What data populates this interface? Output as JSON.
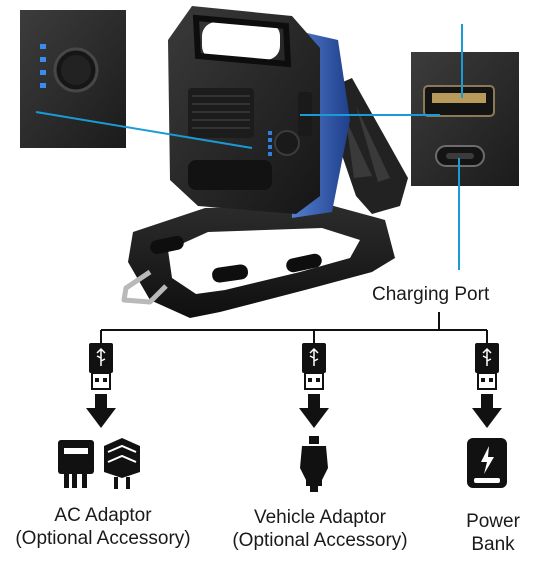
{
  "labels": {
    "charging_port": "Charging Port",
    "ac_adaptor_line1": "AC Adaptor",
    "ac_adaptor_line2": "(Optional Accessory)",
    "vehicle_adaptor_line1": "Vehicle Adaptor",
    "vehicle_adaptor_line2": "(Optional Accessory)",
    "power_bank_line1": "Power",
    "power_bank_line2": "Bank"
  },
  "colors": {
    "callout_line": "#1a9ad6",
    "indicator_led": "#2f7fe0",
    "device_body": "#2b2b2b",
    "device_dark": "#151515",
    "housing_blue": "#2e5db8",
    "ink": "#111111"
  },
  "icons": [
    "usb-plug-icon",
    "down-arrow-icon",
    "ac-adaptor-icon",
    "car-adaptor-icon",
    "power-bank-icon",
    "lightning-icon"
  ]
}
